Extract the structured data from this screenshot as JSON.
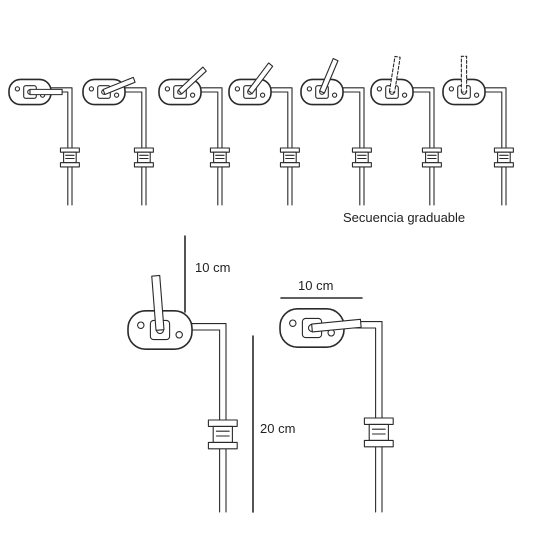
{
  "labels": {
    "sequence": "Secuencia graduable",
    "dim_height": "10 cm",
    "dim_width": "10 cm",
    "dim_length": "20 cm"
  },
  "sequence_arm_angles_deg": [
    0,
    20,
    40,
    50,
    65,
    80,
    90
  ]
}
